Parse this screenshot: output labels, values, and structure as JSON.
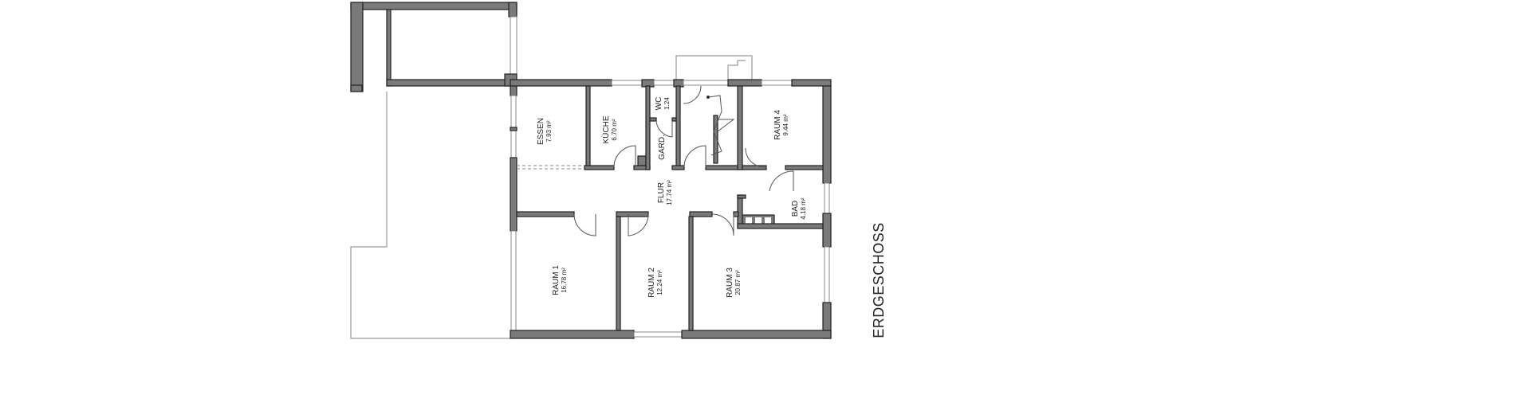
{
  "plan": {
    "floor_title": "ERDGESCHOSS",
    "rooms": [
      {
        "name": "ESSEN",
        "area": "7.93 m²"
      },
      {
        "name": "KÜCHE",
        "area": "6.70  m²"
      },
      {
        "name": "WC",
        "area": "1.24"
      },
      {
        "name": "GARD.",
        "area": ""
      },
      {
        "name": "FLUR",
        "area": "17.74 m²"
      },
      {
        "name": "RAUM 4",
        "area": "9.44 m²"
      },
      {
        "name": "BAD",
        "area": "4.18 m²"
      },
      {
        "name": "RAUM 1",
        "area": "16.78 m²"
      },
      {
        "name": "RAUM 2",
        "area": "12.24 m²"
      },
      {
        "name": "RAUM 3",
        "area": "20.87 m²"
      }
    ]
  }
}
